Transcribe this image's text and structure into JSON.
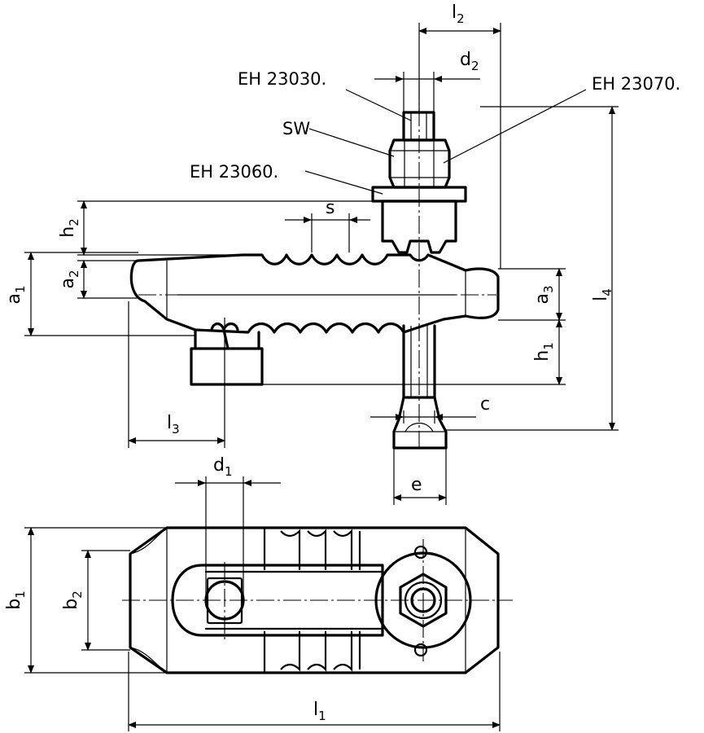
{
  "parts": {
    "eh23030": "EH 23030.",
    "eh23070": "EH 23070.",
    "sw": "SW",
    "eh23060": "EH 23060."
  },
  "dims": {
    "l2": {
      "main": "l",
      "sub": "2"
    },
    "d2": {
      "main": "d",
      "sub": "2"
    },
    "s": "s",
    "h2": {
      "main": "h",
      "sub": "2"
    },
    "a1": {
      "main": "a",
      "sub": "1"
    },
    "a2": {
      "main": "a",
      "sub": "2"
    },
    "a3": {
      "main": "a",
      "sub": "3"
    },
    "l4": {
      "main": "l",
      "sub": "4"
    },
    "h1": {
      "main": "h",
      "sub": "1"
    },
    "c": "c",
    "l3": {
      "main": "l",
      "sub": "3"
    },
    "e": "e",
    "d1": {
      "main": "d",
      "sub": "1"
    },
    "b1": {
      "main": "b",
      "sub": "1"
    },
    "b2": {
      "main": "b",
      "sub": "2"
    },
    "l1": {
      "main": "l",
      "sub": "1"
    }
  }
}
